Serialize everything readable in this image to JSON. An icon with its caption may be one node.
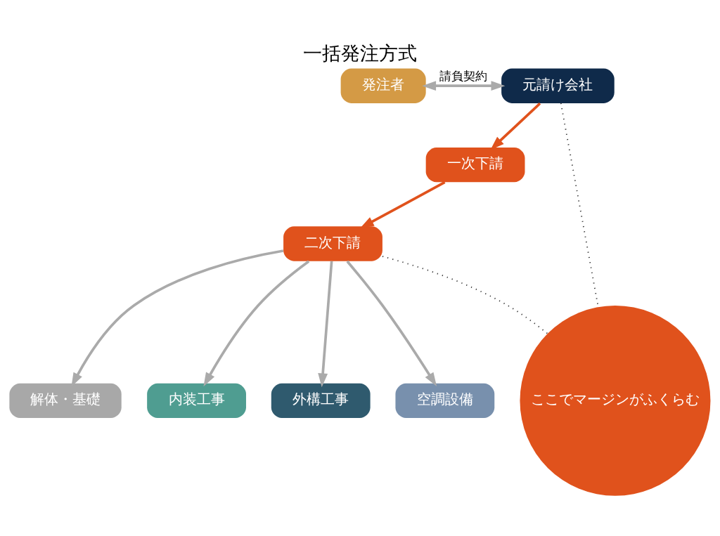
{
  "diagram": {
    "title": "一括発注方式",
    "nodes": [
      {
        "text": [
          "発注者"
        ]
      },
      {
        "text": [
          "元請け会社"
        ]
      },
      {
        "text": [
          "一次下請"
        ]
      },
      {
        "text": [
          "二次下請"
        ]
      },
      {
        "text": [
          "ここでマージンがふくらむ"
        ]
      },
      {
        "text": [
          "解体・基礎"
        ]
      },
      {
        "text": [
          "内装工事"
        ]
      },
      {
        "text": [
          "外構工事"
        ]
      },
      {
        "text": [
          "空調設備"
        ]
      }
    ],
    "edges": [
      {
        "from": 0,
        "to": 1,
        "arrow": "both",
        "label": "請負契約"
      },
      {
        "from": 1,
        "to": 2,
        "arrow": "to",
        "color": "#e0521c"
      },
      {
        "from": 2,
        "to": 3,
        "arrow": "to",
        "color": "#e0521c"
      },
      {
        "from": 1,
        "to": 4,
        "arrow": "none",
        "style": "dashed",
        "color": "#333333"
      },
      {
        "from": 3,
        "to": 4,
        "arrow": "none",
        "style": "dashed",
        "color": "#333333"
      },
      {
        "from": 3,
        "to": 5,
        "arrow": "to"
      },
      {
        "from": 3,
        "to": 6,
        "arrow": "to"
      },
      {
        "from": 3,
        "to": 7,
        "arrow": "to"
      },
      {
        "from": 3,
        "to": 8,
        "arrow": "to"
      }
    ]
  }
}
